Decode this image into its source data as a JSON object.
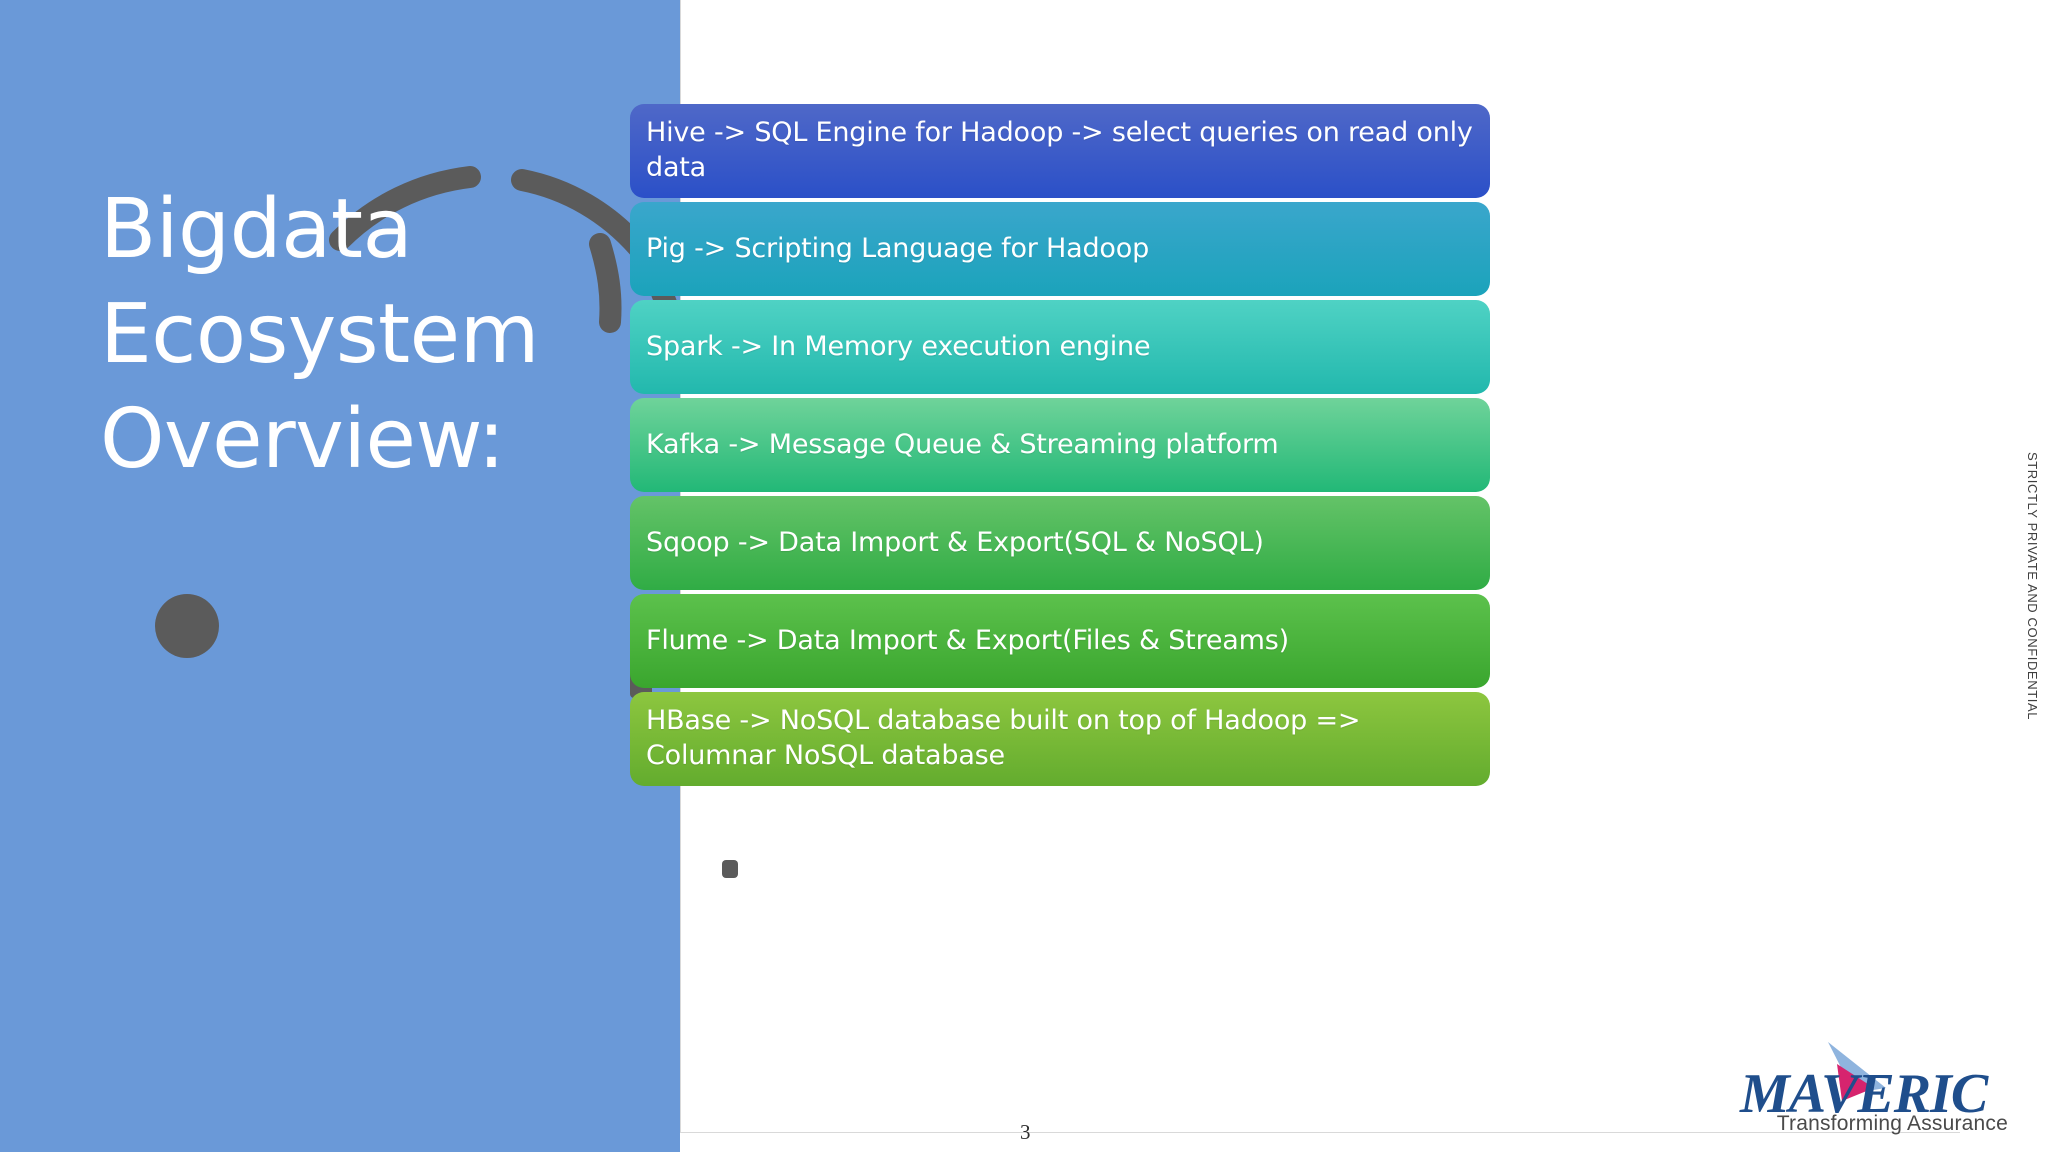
{
  "slide": {
    "title": "Bigdata\nEcosystem\nOverview:",
    "page_number": "3",
    "side_note": "STRICTLY PRIVATE AND CONFIDENTIAL",
    "background_color": "#ffffff",
    "panel_color": "#6a99d8",
    "deco_color": "#5b5b5b"
  },
  "cards": [
    {
      "label": "Hive -> SQL Engine for Hadoop -> select queries on read only data",
      "color_start": "#4f68c8",
      "color_end": "#2b50c8",
      "height": 94
    },
    {
      "label": "Pig -> Scripting Language for Hadoop",
      "color_start": "#3aa6cc",
      "color_end": "#1ba3bb",
      "height": 94
    },
    {
      "label": "Spark -> In Memory execution engine",
      "color_start": "#4fd2c4",
      "color_end": "#22b8ad",
      "height": 94
    },
    {
      "label": "Kafka -> Message Queue & Streaming platform",
      "color_start": "#6fd39a",
      "color_end": "#22b877",
      "height": 94
    },
    {
      "label": "Sqoop -> Data Import & Export(SQL & NoSQL)",
      "color_start": "#64c368",
      "color_end": "#30ac45",
      "height": 94
    },
    {
      "label": "Flume -> Data Import & Export(Files & Streams)",
      "color_start": "#5cc14c",
      "color_end": "#3aa62e",
      "height": 94
    },
    {
      "label": "HBase -> NoSQL database built on top of Hadoop => Columnar NoSQL database",
      "color_start": "#8dc63f",
      "color_end": "#63ac2e",
      "height": 94
    }
  ],
  "logo": {
    "wordmark": "MAVERIC",
    "tagline": "Transforming Assurance",
    "accent_blue": "#1f4e8c",
    "accent_pink": "#d6246e",
    "accent_lightblue": "#8fb4de"
  }
}
